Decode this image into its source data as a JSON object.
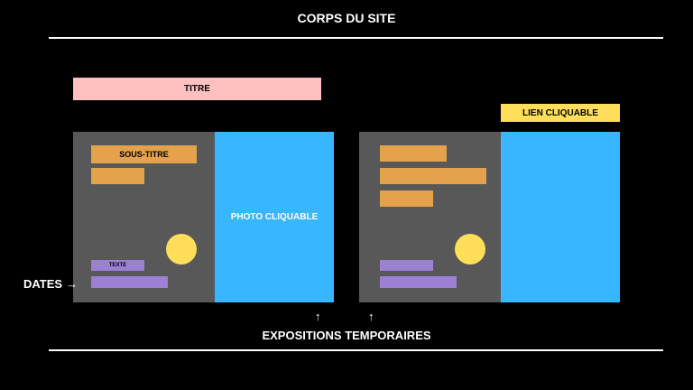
{
  "header": {
    "title": "CORPS DU SITE"
  },
  "title_block": {
    "label": "TITRE",
    "color": "#ffc0c0"
  },
  "link_block": {
    "label": "LIEN CLIQUABLE",
    "color": "#ffde59"
  },
  "card_left": {
    "subtitle_label": "SOUS-TITRE",
    "text_label": "TEXTE",
    "photo_label": "PHOTO CLIQUABLE"
  },
  "annotations": {
    "dates_label": "DATES",
    "dates_arrow": "→",
    "up_arrow": "↑",
    "exhibitions_label": "EXPOSITIONS TEMPORAIRES"
  },
  "colors": {
    "background": "#000000",
    "panel_gray": "#585858",
    "photo_blue": "#38b6ff",
    "orange": "#e3a24b",
    "purple": "#9b80d3",
    "yellow_dot": "#ffde59"
  }
}
